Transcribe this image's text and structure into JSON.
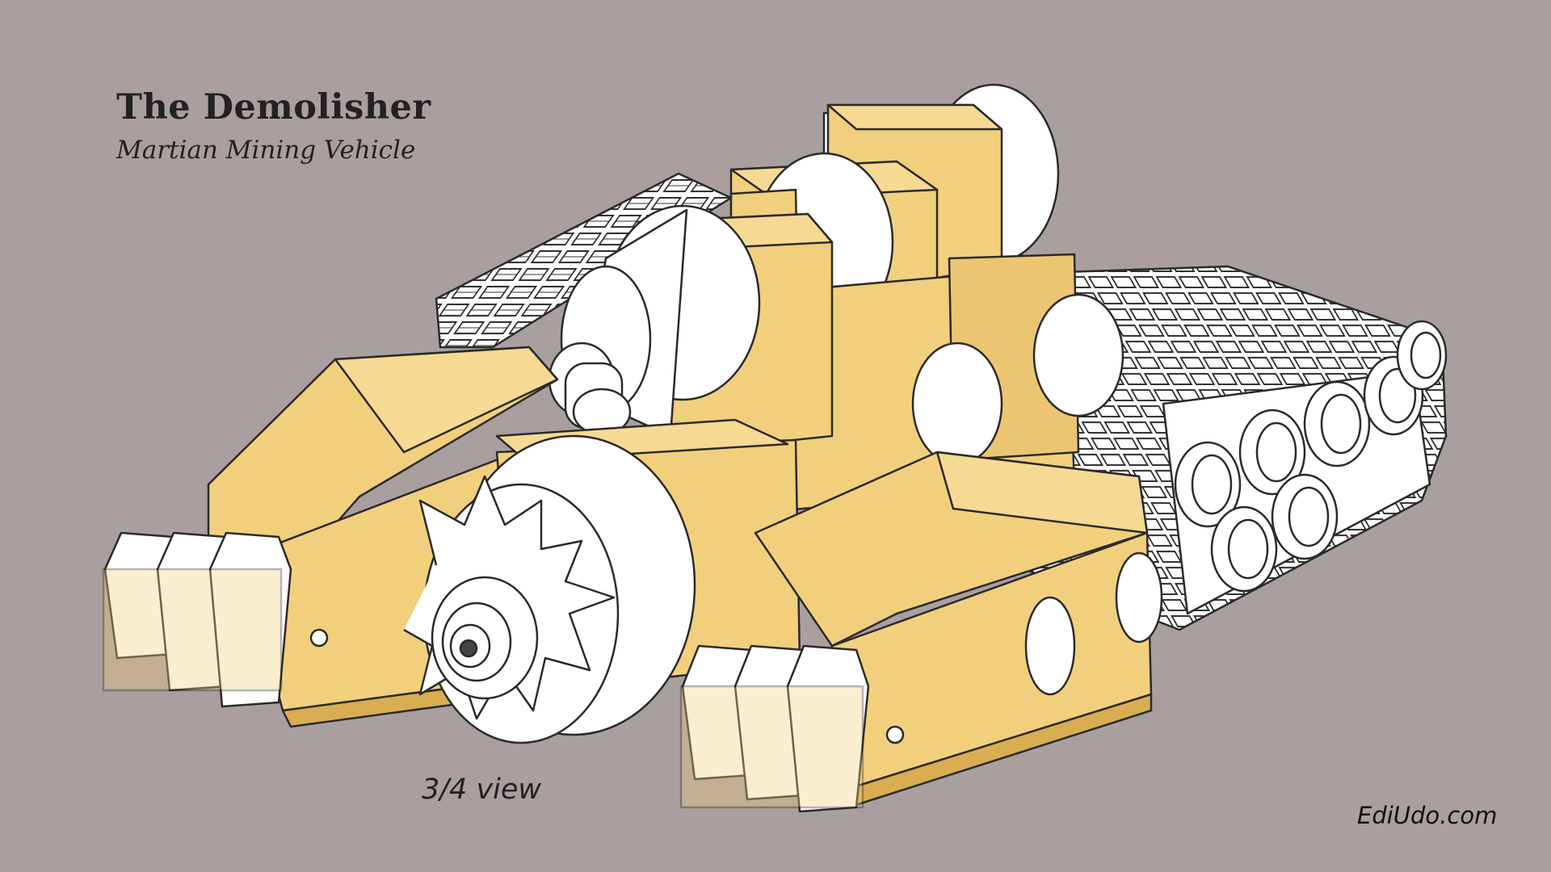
{
  "title": "The Demolisher",
  "subtitle": "Martian Mining Vehicle",
  "view_label": "3/4 view",
  "credit": "EdiUdo.com",
  "colors": {
    "background": "#a99f9f",
    "body": "#f2cf7c",
    "body_shade": "#e6be66",
    "parts": "#ffffff",
    "line": "#2a2a2a"
  }
}
